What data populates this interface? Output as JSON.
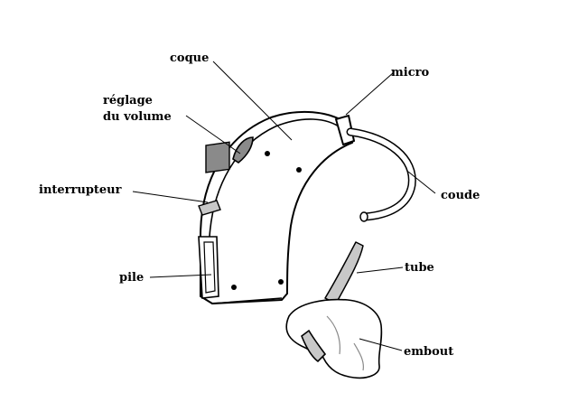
{
  "labels": {
    "coque": "coque",
    "micro": "micro",
    "reglage_line1": "réglage",
    "reglage_line2": "du volume",
    "interrupteur": "interrupteur",
    "coude": "coude",
    "pile": "pile",
    "tube": "tube",
    "embout": "embout"
  },
  "colors": {
    "stroke": "#000000",
    "fill": "#ffffff",
    "shade": "#8a8a8a",
    "shade_light": "#c8c8c8"
  }
}
